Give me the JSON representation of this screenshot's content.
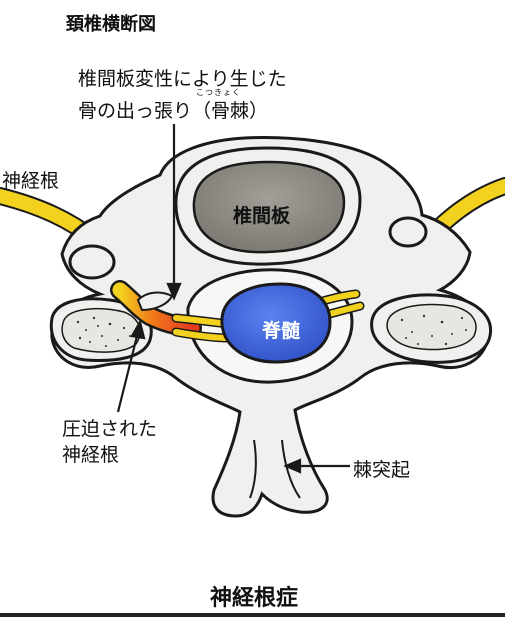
{
  "heading": "頚椎横断図",
  "osteophyte_label": {
    "line1": "椎間板変性により生じた",
    "line2": "骨の出っ張り（骨棘）",
    "ruby": "こつきょく"
  },
  "nerve_root_label": "神経根",
  "disc_label": "椎間板",
  "spinal_cord_label": "脊髄",
  "compressed_label": {
    "line1": "圧迫された",
    "line2": "神経根"
  },
  "spinous_label": "棘突起",
  "caption": "神経根症",
  "colors": {
    "bone": "#f0f0ee",
    "disc": "#8a877f",
    "spinal_cord": "#3d63d8",
    "nerve": "#f2d21e",
    "compression": "#e23a1f",
    "outline": "#1a1a1a"
  }
}
